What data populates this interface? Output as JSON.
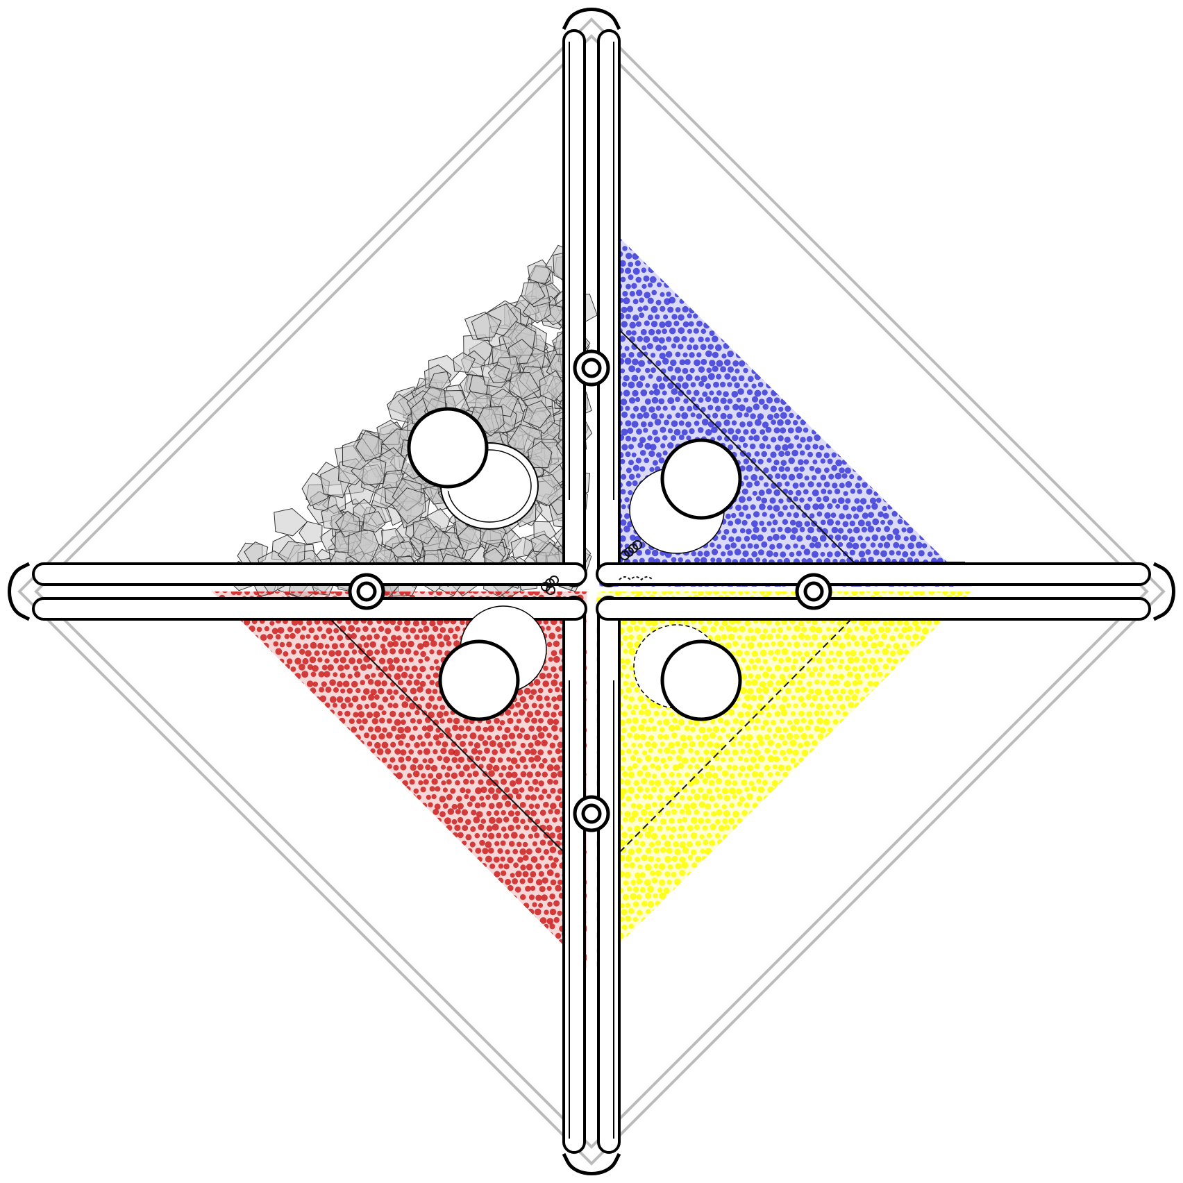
{
  "diagram": {
    "background": "#ffffff",
    "frame_stroke": "#bbbbbb",
    "arm_stroke": "#000000",
    "arm_fill": "#ffffff",
    "quadrants": [
      {
        "name": "top-left",
        "fill": "gray",
        "color": "#c8c8c8",
        "pattern": "polygons"
      },
      {
        "name": "top-right",
        "fill": "blue",
        "color": "#3a3ad8",
        "pattern": "dots"
      },
      {
        "name": "bottom-left",
        "fill": "red",
        "color": "#cc2020",
        "pattern": "dots"
      },
      {
        "name": "bottom-right",
        "fill": "yellow",
        "color": "#ffff00",
        "pattern": "dots"
      }
    ]
  }
}
